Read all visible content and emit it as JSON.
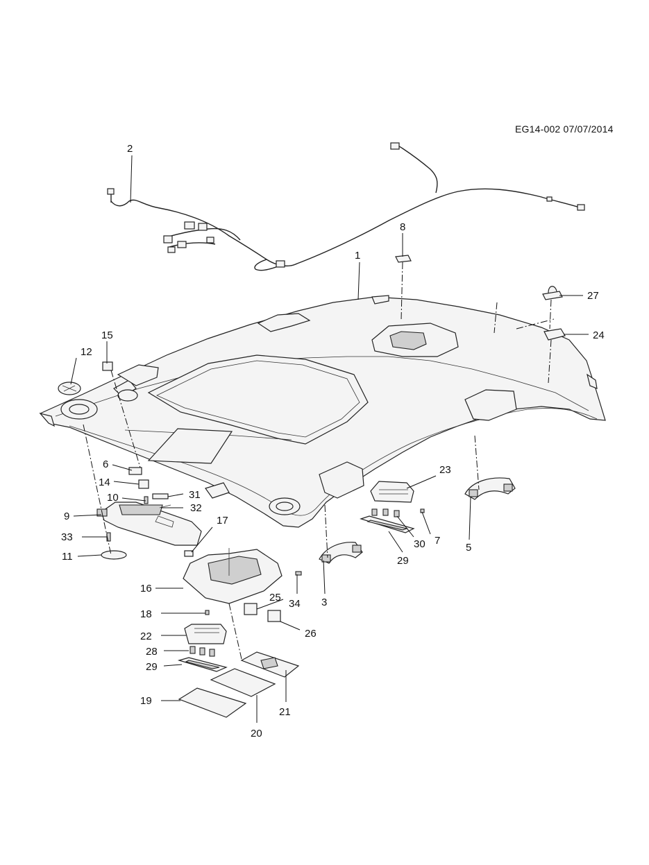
{
  "drawing_id": "EG14-002 07/07/2014",
  "callouts": [
    {
      "id": "c1",
      "text": "1"
    },
    {
      "id": "c2",
      "text": "2"
    },
    {
      "id": "c3",
      "text": "3"
    },
    {
      "id": "c5",
      "text": "5"
    },
    {
      "id": "c6",
      "text": "6"
    },
    {
      "id": "c7",
      "text": "7"
    },
    {
      "id": "c8",
      "text": "8"
    },
    {
      "id": "c9",
      "text": "9"
    },
    {
      "id": "c10",
      "text": "10"
    },
    {
      "id": "c11",
      "text": "11"
    },
    {
      "id": "c12",
      "text": "12"
    },
    {
      "id": "c14",
      "text": "14"
    },
    {
      "id": "c15",
      "text": "15"
    },
    {
      "id": "c16",
      "text": "16"
    },
    {
      "id": "c17",
      "text": "17"
    },
    {
      "id": "c18",
      "text": "18"
    },
    {
      "id": "c19",
      "text": "19"
    },
    {
      "id": "c20",
      "text": "20"
    },
    {
      "id": "c21",
      "text": "21"
    },
    {
      "id": "c22",
      "text": "22"
    },
    {
      "id": "c23",
      "text": "23"
    },
    {
      "id": "c24",
      "text": "24"
    },
    {
      "id": "c25",
      "text": "25"
    },
    {
      "id": "c26",
      "text": "26"
    },
    {
      "id": "c27",
      "text": "27"
    },
    {
      "id": "c28",
      "text": "28"
    },
    {
      "id": "c29a",
      "text": "29"
    },
    {
      "id": "c29b",
      "text": "29"
    },
    {
      "id": "c30",
      "text": "30"
    },
    {
      "id": "c31",
      "text": "31"
    },
    {
      "id": "c32",
      "text": "32"
    },
    {
      "id": "c33",
      "text": "33"
    },
    {
      "id": "c34",
      "text": "34"
    }
  ]
}
